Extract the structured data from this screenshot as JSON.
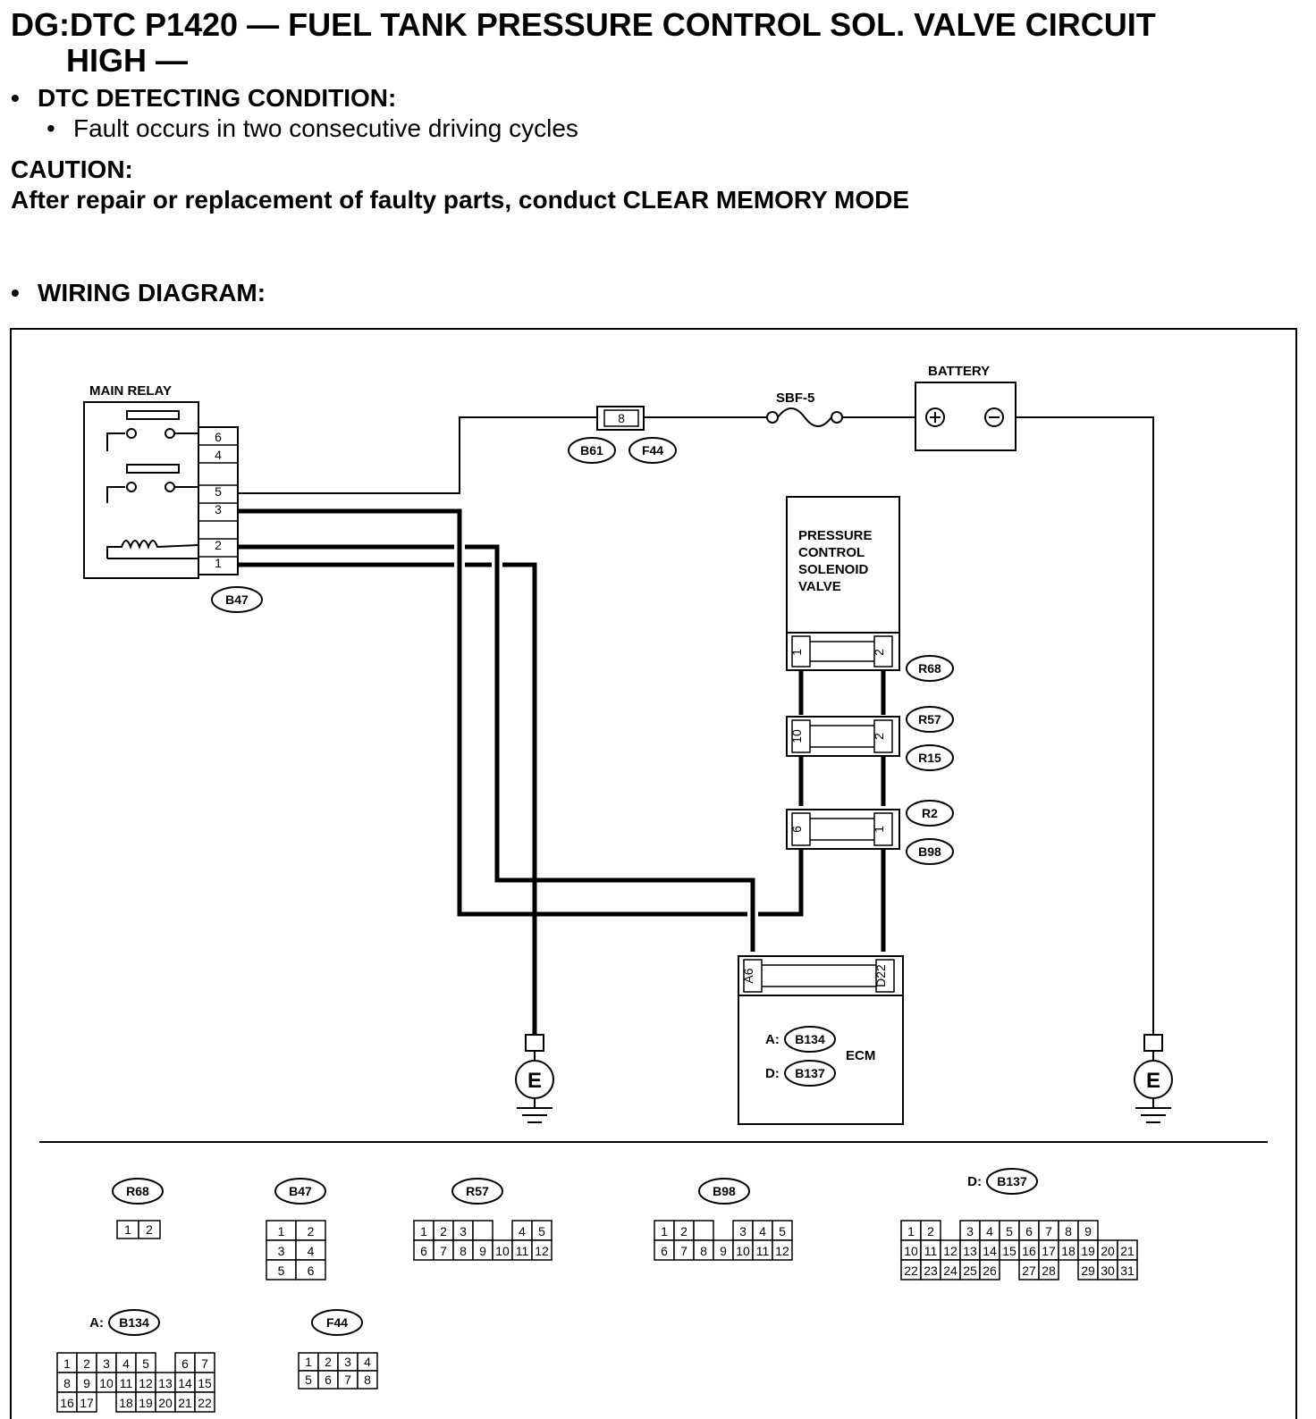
{
  "header": {
    "title_line1": "DG:DTC P1420 — FUEL TANK PRESSURE CONTROL SOL. VALVE CIRCUIT",
    "title_line2": "HIGH —",
    "detecting_heading": "DTC DETECTING CONDITION:",
    "detecting_item": "Fault occurs in two consecutive driving cycles",
    "caution_heading": "CAUTION:",
    "caution_text": "After repair or replacement of faulty parts, conduct CLEAR MEMORY MODE",
    "wiring_heading": "WIRING DIAGRAM:",
    "bullet": "•"
  },
  "diagram": {
    "main_relay": "MAIN RELAY",
    "relay_pins": [
      "6",
      "4",
      "5",
      "3",
      "2",
      "1"
    ],
    "b47": "B47",
    "fuse_pin": "8",
    "b61": "B61",
    "f44": "F44",
    "sbf": "SBF-5",
    "battery": "BATTERY",
    "plus": "+",
    "minus": "−",
    "valve_lines": [
      "PRESSURE",
      "CONTROL",
      "SOLENOID",
      "VALVE"
    ],
    "r68": "R68",
    "r68_pins": [
      "1",
      "2"
    ],
    "r57": "R57",
    "r15": "R15",
    "r57_pins": [
      "10",
      "2"
    ],
    "r2": "R2",
    "b98": "B98",
    "r2_pins": [
      "6",
      "1"
    ],
    "ecm_pins": [
      "A6",
      "D22"
    ],
    "ecm": "ECM",
    "ecm_a": "A:",
    "ecm_d": "D:",
    "b134": "B134",
    "b137": "B137",
    "ground": "E"
  },
  "connectors": {
    "r68": {
      "label": "R68",
      "rows": [
        [
          "1",
          "2"
        ]
      ]
    },
    "b47": {
      "label": "B47",
      "rows": [
        [
          "1",
          "2"
        ],
        [
          "3",
          "4"
        ],
        [
          "5",
          "6"
        ]
      ]
    },
    "r57": {
      "label": "R57",
      "rows": [
        [
          "1",
          "2",
          "3",
          "",
          "4",
          "5"
        ],
        [
          "6",
          "7",
          "8",
          "9",
          "10",
          "11",
          "12"
        ]
      ]
    },
    "b98": {
      "label": "B98",
      "rows": [
        [
          "1",
          "2",
          "",
          "3",
          "4",
          "5"
        ],
        [
          "6",
          "7",
          "8",
          "9",
          "10",
          "11",
          "12"
        ]
      ]
    },
    "b137": {
      "prefix": "D:",
      "label": "B137",
      "rows": [
        [
          "1",
          "2",
          "3",
          "4",
          "5",
          "6",
          "7",
          "8",
          "9"
        ],
        [
          "10",
          "11",
          "12",
          "13",
          "14",
          "15",
          "16",
          "17",
          "18",
          "19",
          "20",
          "21"
        ],
        [
          "22",
          "23",
          "24",
          "25",
          "26",
          "27",
          "28",
          "29",
          "30",
          "31"
        ]
      ]
    },
    "b134": {
      "prefix": "A:",
      "label": "B134",
      "rows": [
        [
          "1",
          "2",
          "3",
          "4",
          "5",
          "6",
          "7"
        ],
        [
          "8",
          "9",
          "10",
          "11",
          "12",
          "13",
          "14",
          "15"
        ],
        [
          "16",
          "17",
          "18",
          "19",
          "20",
          "21",
          "22"
        ]
      ]
    },
    "f44": {
      "label": "F44",
      "rows": [
        [
          "1",
          "2",
          "3",
          "4"
        ],
        [
          "5",
          "6",
          "7",
          "8"
        ]
      ]
    }
  }
}
